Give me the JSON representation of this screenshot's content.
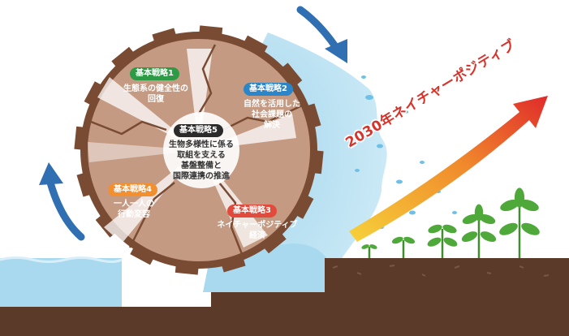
{
  "colors": {
    "wheel": "#c49a83",
    "wheel_rim": "#7a4b33",
    "water": "#a8d9ee",
    "soil": "#5b3a29",
    "arrow_blue": "#2f6fb2",
    "strategy1": "#2e9a46",
    "strategy2": "#2a86c8",
    "strategy3": "#e24a3b",
    "strategy4": "#f28f2e",
    "strategy5": "#2b2b2b",
    "trend_arrow_start": "#f6d23a",
    "trend_arrow_end": "#e02b2b",
    "plant": "#4fa83a"
  },
  "strategies": [
    {
      "badge": "基本戦略1",
      "lines": [
        "生態系の健全性の",
        "回復"
      ]
    },
    {
      "badge": "基本戦略2",
      "lines": [
        "自然を活用した",
        "社会課題の",
        "解決"
      ]
    },
    {
      "badge": "基本戦略3",
      "lines": [
        "ネイチャーポジティブ",
        "経済"
      ]
    },
    {
      "badge": "基本戦略4",
      "lines": [
        "一人一人の",
        "行動変容"
      ]
    },
    {
      "badge": "基本戦略5",
      "lines": [
        "生物多様性に係る",
        "取組を支える",
        "基盤整備と",
        "国際連携の推進"
      ]
    }
  ],
  "arrow_label": "2030年ネイチャーポジティブ",
  "icons": [
    "water-wheel-icon",
    "rotation-arrow-icon",
    "rising-arrow-icon",
    "sprout-icon"
  ]
}
